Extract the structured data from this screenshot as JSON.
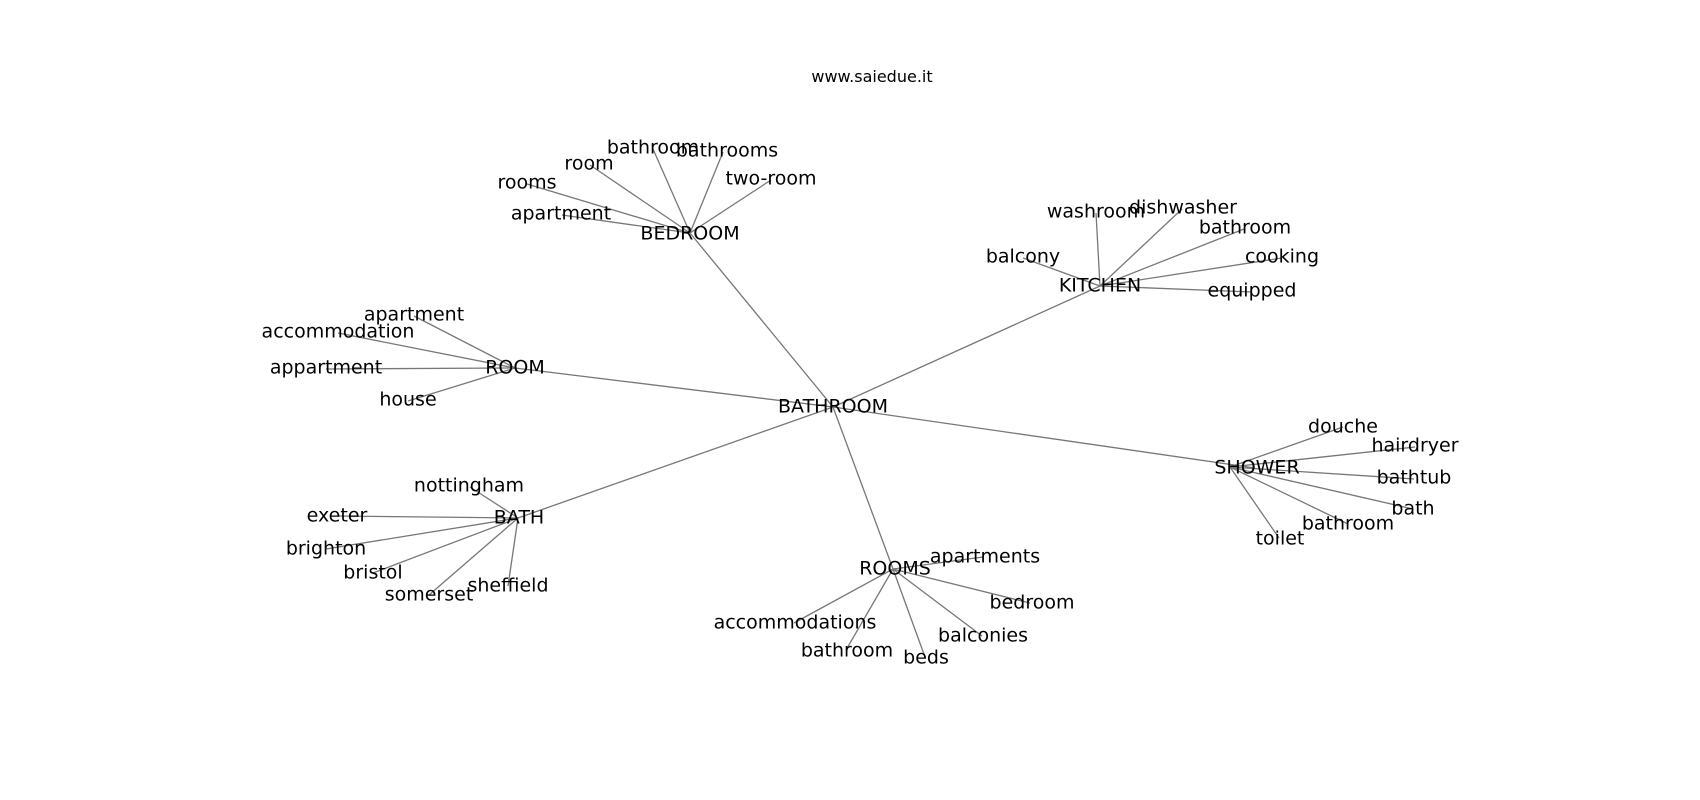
{
  "site_label": "www.saiedue.it",
  "center": {
    "label": "BATHROOM"
  },
  "clusters": [
    {
      "hub": "BEDROOM",
      "leaves": [
        "bathroom",
        "bathrooms",
        "room",
        "two-room",
        "rooms",
        "apartment"
      ]
    },
    {
      "hub": "KITCHEN",
      "leaves": [
        "washroom",
        "dishwasher",
        "bathroom",
        "balcony",
        "cooking",
        "equipped"
      ]
    },
    {
      "hub": "ROOM",
      "leaves": [
        "apartment",
        "accommodation",
        "appartment",
        "house"
      ]
    },
    {
      "hub": "SHOWER",
      "leaves": [
        "douche",
        "hairdryer",
        "bathtub",
        "bath",
        "bathroom",
        "toilet"
      ]
    },
    {
      "hub": "BATH",
      "leaves": [
        "nottingham",
        "exeter",
        "brighton",
        "bristol",
        "somerset",
        "sheffield"
      ]
    },
    {
      "hub": "ROOMS",
      "leaves": [
        "apartments",
        "bedroom",
        "accommodations",
        "balconies",
        "bathroom",
        "beds"
      ]
    }
  ]
}
